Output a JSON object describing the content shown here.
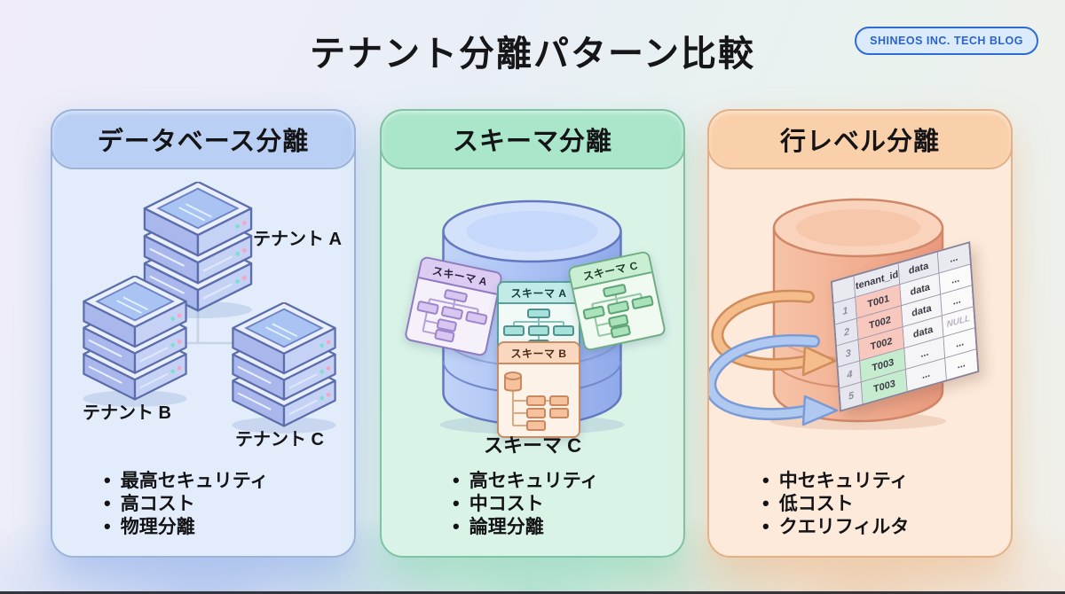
{
  "page": {
    "title": "テナント分離パターン比較",
    "badge": "SHINEOS INC. TECH BLOG",
    "bullet_glyph": "•"
  },
  "panels": [
    {
      "title": "データベース分離",
      "labels": {
        "tenant_a": "テナント A",
        "tenant_b": "テナント B",
        "tenant_c": "テナント C"
      },
      "bullets": [
        "最高セキュリティ",
        "高コスト",
        "物理分離"
      ],
      "colors": {
        "bg": "#e2ecfb",
        "header": "#b9cff3",
        "border": "#9cb3dc",
        "glow": "rgba(110,150,230,0.38)"
      }
    },
    {
      "title": "スキーマ分離",
      "cards": {
        "left": "スキーマ A",
        "top": "スキーマ A",
        "right": "スキーマ C",
        "bottom": "スキーマ B"
      },
      "caption": "スキーマ C",
      "bullets": [
        "高セキュリティ",
        "中コスト",
        "論理分離"
      ],
      "colors": {
        "bg": "#daf3e7",
        "header": "#a9e6ca",
        "border": "#7fc2a4",
        "glow": "rgba(90,200,150,0.35)"
      }
    },
    {
      "title": "行レベル分離",
      "table": {
        "headers": [
          "",
          "tenant_id",
          "data",
          "..."
        ],
        "rows": [
          [
            "1",
            "T001",
            "data",
            "..."
          ],
          [
            "2",
            "T002",
            "data",
            "..."
          ],
          [
            "3",
            "T002",
            "data",
            "NULL"
          ],
          [
            "4",
            "T003",
            "...",
            "..."
          ],
          [
            "5",
            "T003",
            "...",
            "..."
          ]
        ]
      },
      "bullets": [
        "中セキュリティ",
        "低コスト",
        "クエリフィルタ"
      ],
      "colors": {
        "bg": "#fdeada",
        "header": "#f9d0aa",
        "border": "#e3b087",
        "glow": "rgba(240,160,95,0.35)"
      }
    }
  ]
}
